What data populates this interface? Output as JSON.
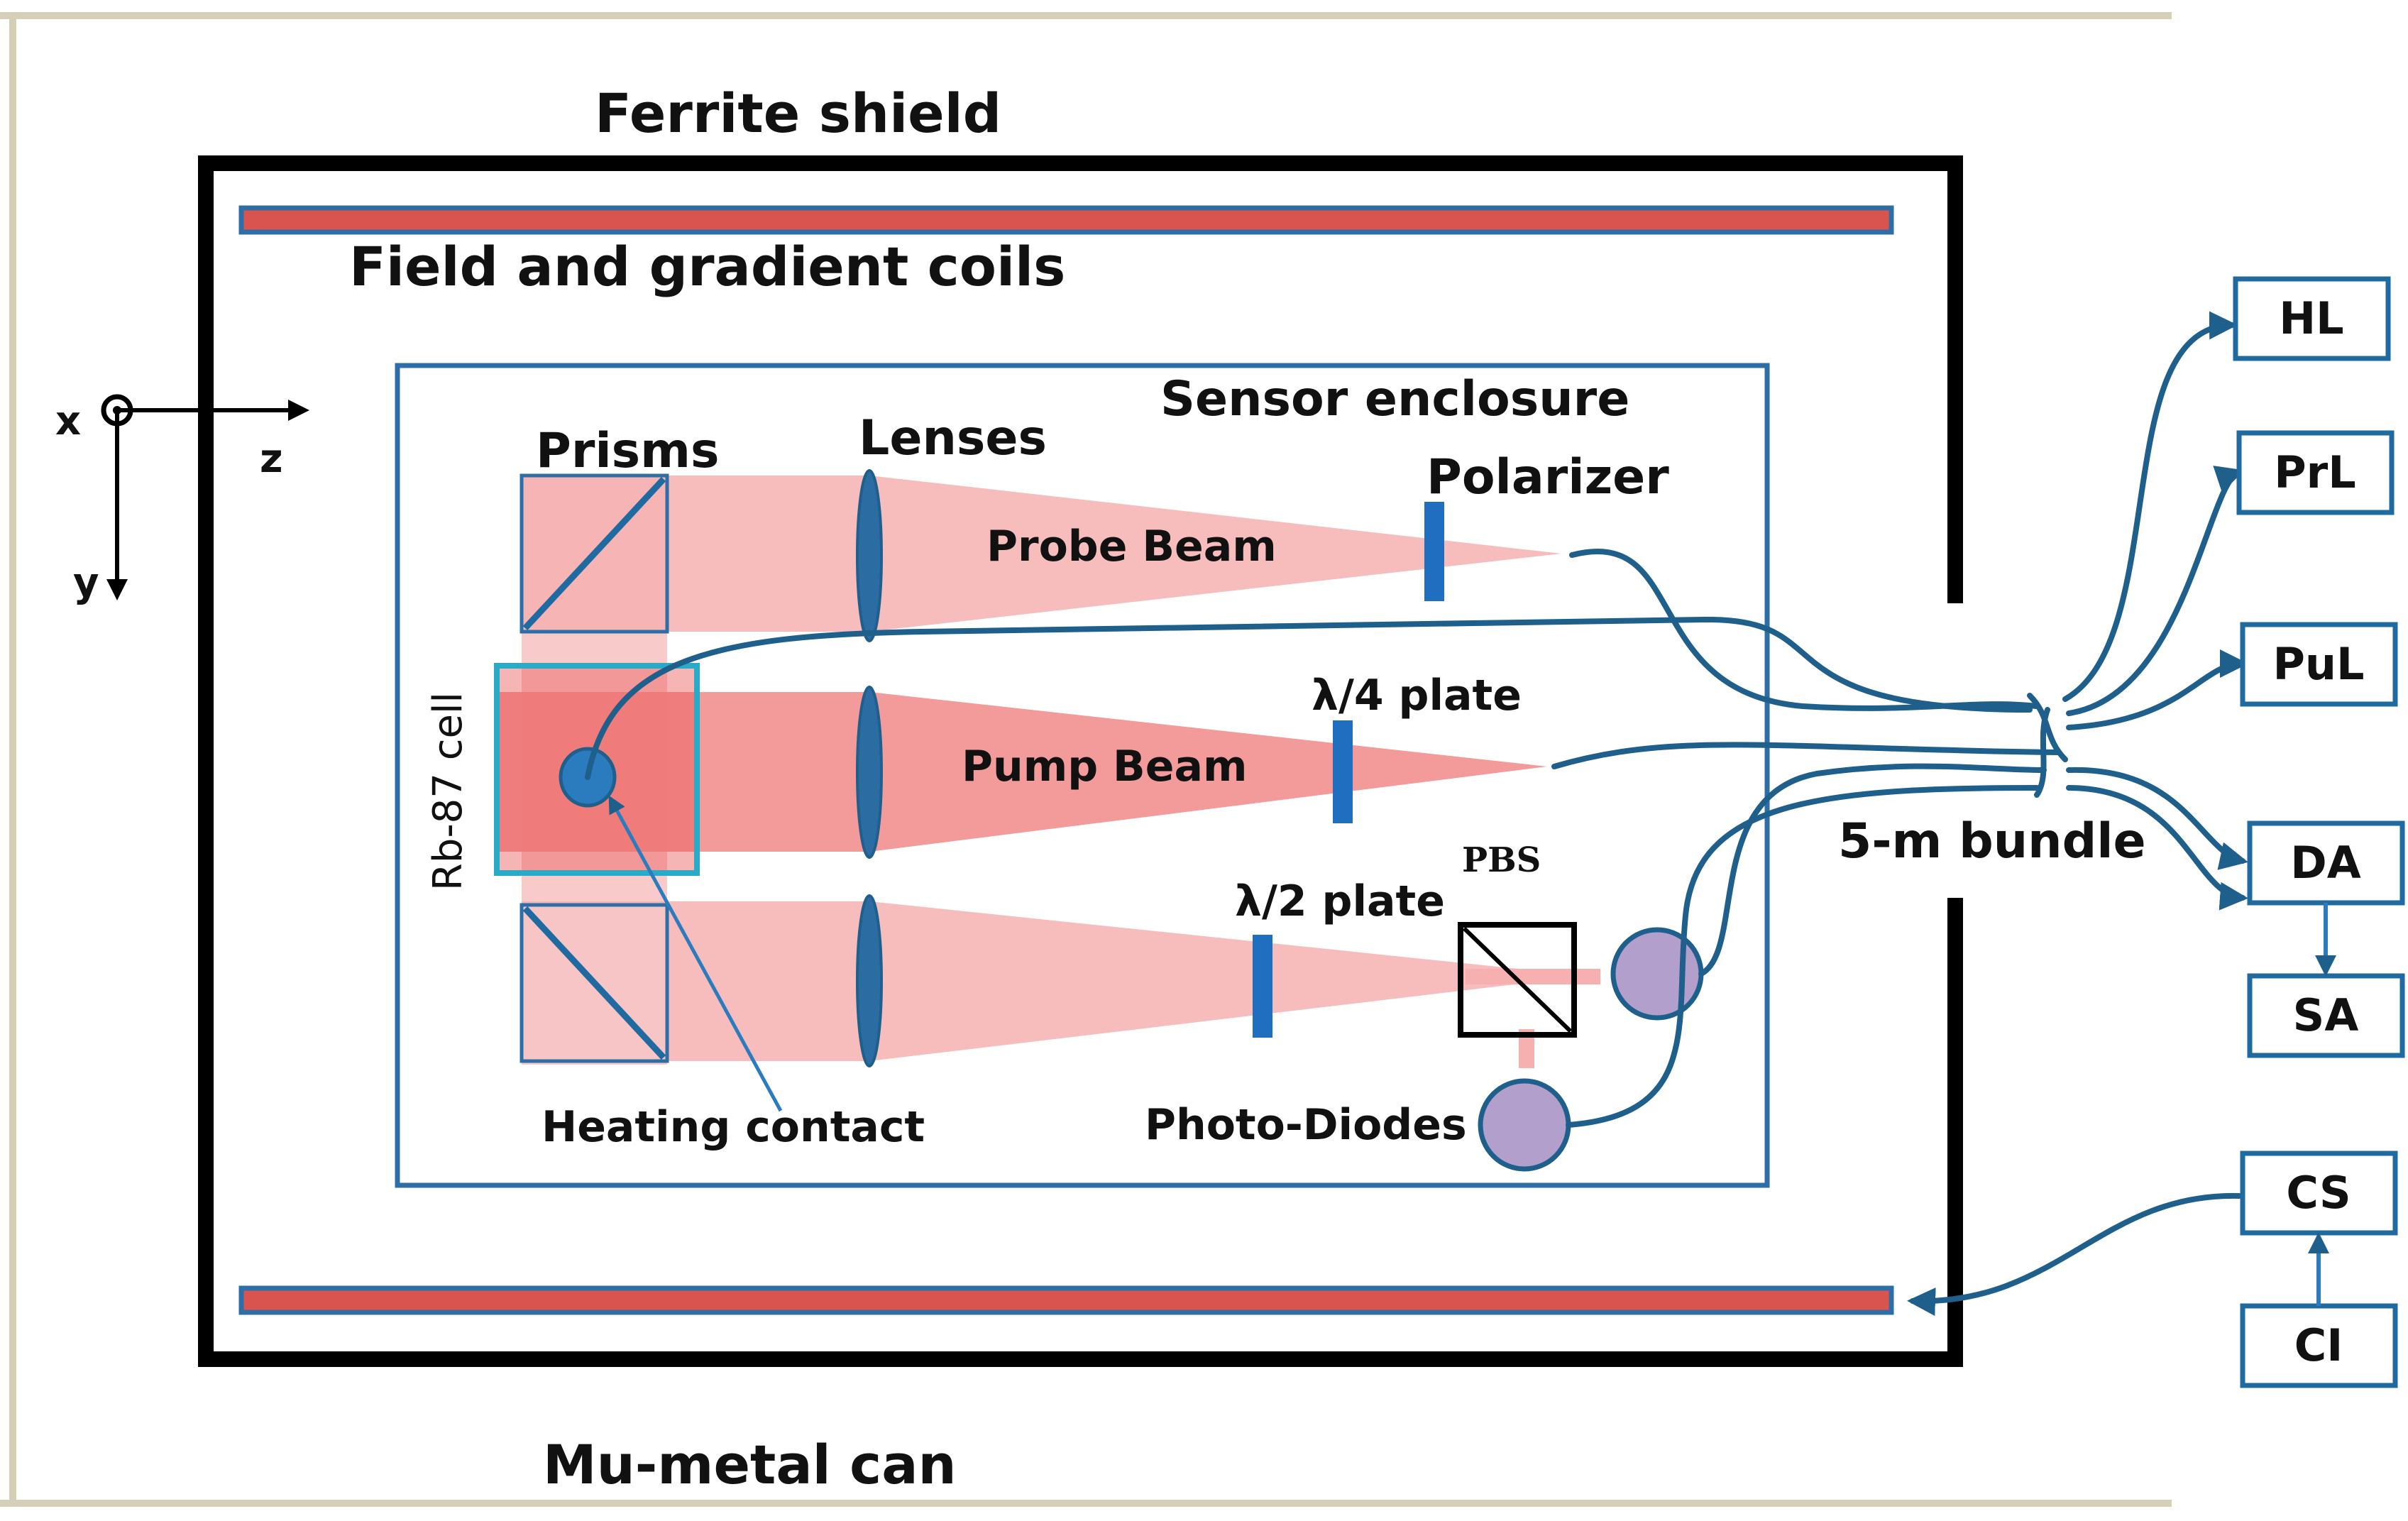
{
  "labels": {
    "ferrite_shield": "Ferrite shield",
    "coils": "Field and gradient coils",
    "mu_metal": "Mu-metal can",
    "sensor_enclosure": "Sensor enclosure",
    "prisms": "Prisms",
    "lenses": "Lenses",
    "polarizer": "Polarizer",
    "probe_beam": "Probe Beam",
    "pump_beam": "Pump Beam",
    "quarter_plate": "λ/4 plate",
    "half_plate": "λ/2 plate",
    "pbs": "PBS",
    "rb_cell": "Rb-87 cell",
    "heating_contact": "Heating contact",
    "photo_diodes": "Photo-Diodes",
    "bundle": "5-m bundle"
  },
  "axes": {
    "x": "x",
    "y": "y",
    "z": "z"
  },
  "external_boxes": [
    "HL",
    "PrL",
    "PuL",
    "DA",
    "SA",
    "CS",
    "CI"
  ],
  "colors": {
    "shield": "#000000",
    "coil_fill": "#d9534f",
    "coil_stroke": "#2e6ea6",
    "enclosure": "#2e6ea6",
    "beam": "#f6a5a5",
    "cell_border": "#29aac7",
    "optic": "#1f6aa0",
    "photodiode": "#b39fcc",
    "fiber": "#1f5f8b",
    "frame": "#d6cfb8"
  }
}
